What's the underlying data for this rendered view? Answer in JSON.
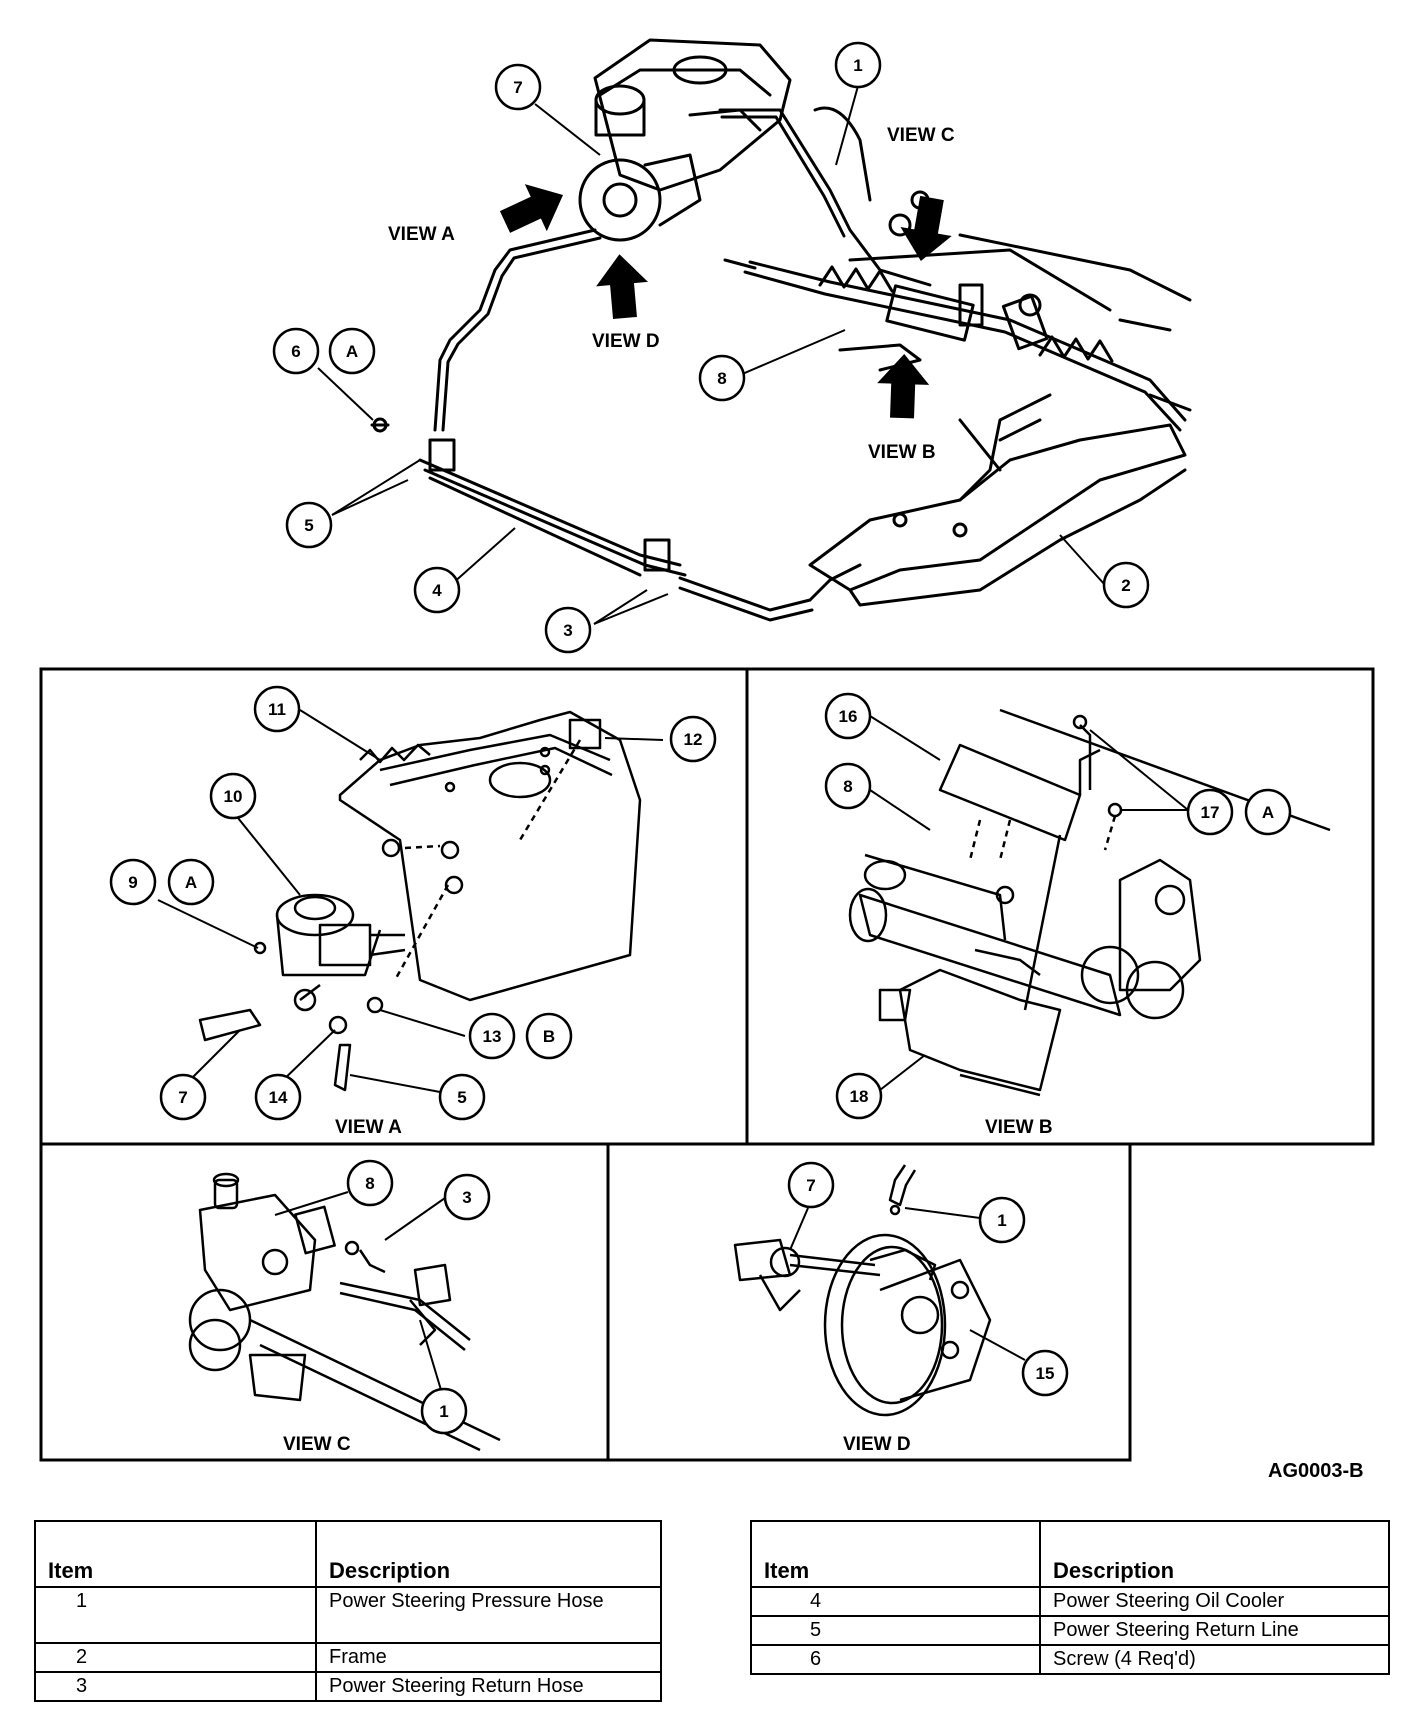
{
  "figure_code": "AG0003-B",
  "view_labels": {
    "a": "VIEW A",
    "b": "VIEW B",
    "c": "VIEW C",
    "d": "VIEW D"
  },
  "letter_callouts": {
    "a": "A",
    "b": "B"
  },
  "callouts": [
    "1",
    "2",
    "3",
    "4",
    "5",
    "6",
    "7",
    "8",
    "9",
    "10",
    "11",
    "12",
    "13",
    "14",
    "15",
    "16",
    "17",
    "18"
  ],
  "tables": {
    "left": {
      "headers": [
        "Item",
        "Description"
      ],
      "rows": [
        {
          "item": "1",
          "description": "Power Steering Pressure Hose"
        },
        {
          "item": "2",
          "description": "Frame"
        },
        {
          "item": "3",
          "description": "Power Steering Return Hose"
        }
      ]
    },
    "right": {
      "headers": [
        "Item",
        "Description"
      ],
      "rows": [
        {
          "item": "4",
          "description": "Power Steering Oil Cooler"
        },
        {
          "item": "5",
          "description": "Power Steering Return Line"
        },
        {
          "item": "6",
          "description": "Screw (4 Req'd)"
        }
      ]
    }
  }
}
